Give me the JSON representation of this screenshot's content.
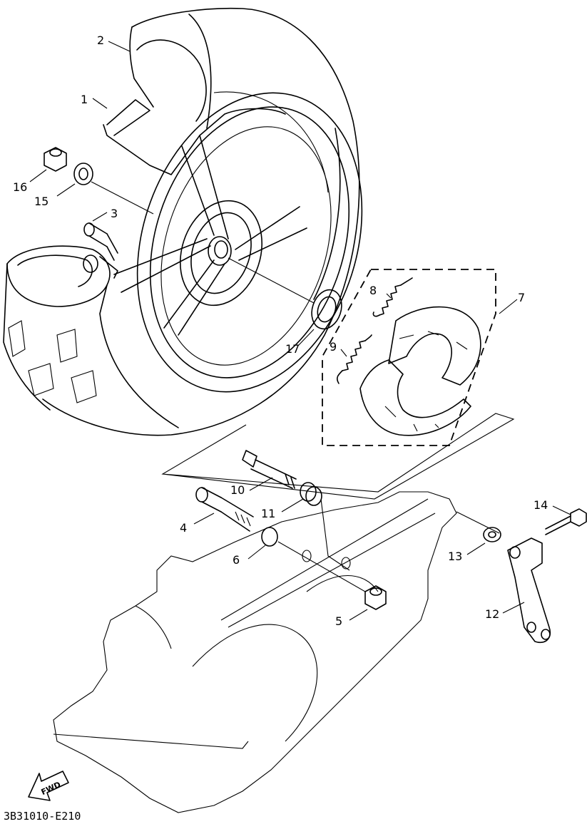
{
  "callouts": [
    {
      "id": "1",
      "label": "1"
    },
    {
      "id": "2",
      "label": "2"
    },
    {
      "id": "3",
      "label": "3"
    },
    {
      "id": "4",
      "label": "4"
    },
    {
      "id": "5",
      "label": "5"
    },
    {
      "id": "6",
      "label": "6"
    },
    {
      "id": "7",
      "label": "7"
    },
    {
      "id": "8",
      "label": "8"
    },
    {
      "id": "9",
      "label": "9"
    },
    {
      "id": "10",
      "label": "10"
    },
    {
      "id": "11",
      "label": "11"
    },
    {
      "id": "12",
      "label": "12"
    },
    {
      "id": "13",
      "label": "13"
    },
    {
      "id": "14",
      "label": "14"
    },
    {
      "id": "15",
      "label": "15"
    },
    {
      "id": "16",
      "label": "16"
    },
    {
      "id": "17",
      "label": "17"
    }
  ],
  "fwd_label": "FWD",
  "diagram_code": "3B31010-E210"
}
